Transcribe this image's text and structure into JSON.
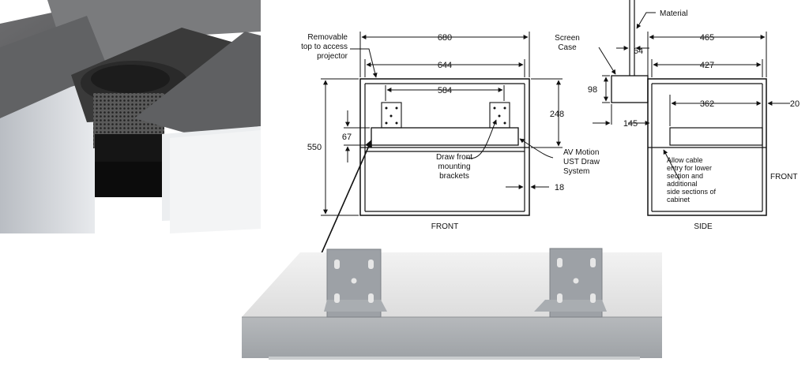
{
  "labels": {
    "removable_top": [
      "Removable",
      "top to access",
      "projector"
    ],
    "material": "Material",
    "screen_case": [
      "Screen",
      "Case"
    ],
    "draw_front": [
      "Draw front",
      "mounting",
      "brackets"
    ],
    "av_motion": [
      "AV Motion",
      "UST Draw",
      "System"
    ],
    "cable_entry": [
      "Allow cable",
      "entry for lower",
      "section and",
      "additional",
      "side sections of",
      "cabinet"
    ],
    "front_view": "FRONT",
    "side_view": "SIDE",
    "side_front": "FRONT"
  },
  "dimensions": {
    "front_overall_width": "680",
    "front_inner_width": "644",
    "bracket_spacing": "584",
    "front_height": "550",
    "drawer_front_height": "67",
    "upper_section_height": "248",
    "panel_thickness": "18",
    "material_thickness": "64",
    "screen_case_height": "98",
    "screen_case_depth": "145",
    "side_overall_depth": "465",
    "side_inner_depth": "427",
    "drawer_depth": "362",
    "back_gap": "20"
  }
}
